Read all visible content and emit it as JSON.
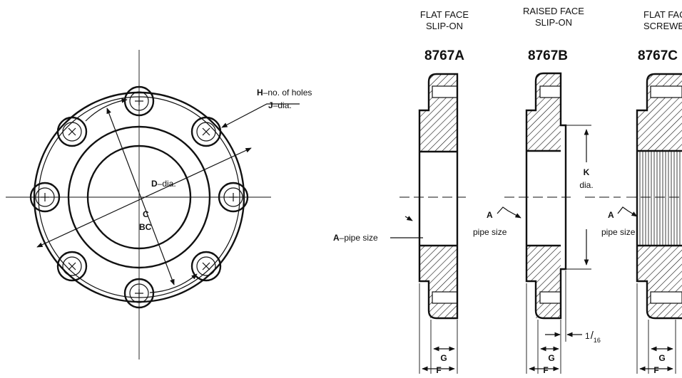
{
  "front_view": {
    "holes_label_letter": "H",
    "holes_label_rest": "–no. of holes",
    "hole_dia_letter": "J",
    "hole_dia_rest": "–dia.",
    "bore_letter": "D",
    "bore_rest": "–dia.",
    "center_label": "C",
    "bolt_circle_label": "BC",
    "pipe_letter": "A",
    "pipe_rest": "–pipe size"
  },
  "variants": [
    {
      "header_line1": "FLAT FACE",
      "header_line2": "SLIP-ON",
      "part_number": "8767A"
    },
    {
      "header_line1": "RAISED FACE",
      "header_line2": "SLIP-ON",
      "part_number": "8767B"
    },
    {
      "header_line1": "FLAT FACE",
      "header_line2": "SCREWED",
      "part_number": "8767C"
    }
  ],
  "section_labels": {
    "pipe_letter": "A",
    "pipe_text": "pipe size",
    "k_letter": "K",
    "k_text": "dia.",
    "raised_face_num": "1",
    "raised_face_slash": "/",
    "raised_face_den": "16",
    "g_label": "G",
    "f_label": "F"
  }
}
